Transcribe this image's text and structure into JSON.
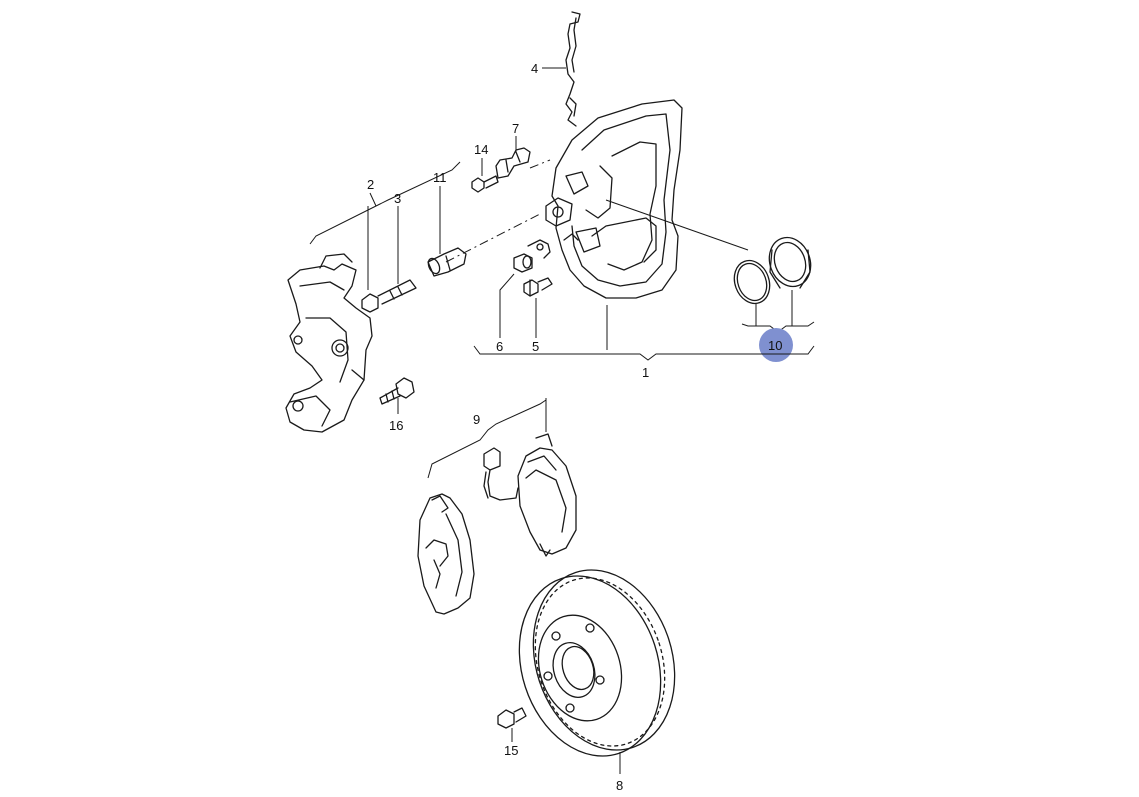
{
  "diagram": {
    "callouts": {
      "c1": "1",
      "c2": "2",
      "c3": "3",
      "c4": "4",
      "c5": "5",
      "c6": "6",
      "c7": "7",
      "c8": "8",
      "c9": "9",
      "c10": "10",
      "c11": "11",
      "c14": "14",
      "c15": "15",
      "c16": "16"
    },
    "highlight_color": "#7f90d0",
    "highlighted_callout": "10"
  }
}
